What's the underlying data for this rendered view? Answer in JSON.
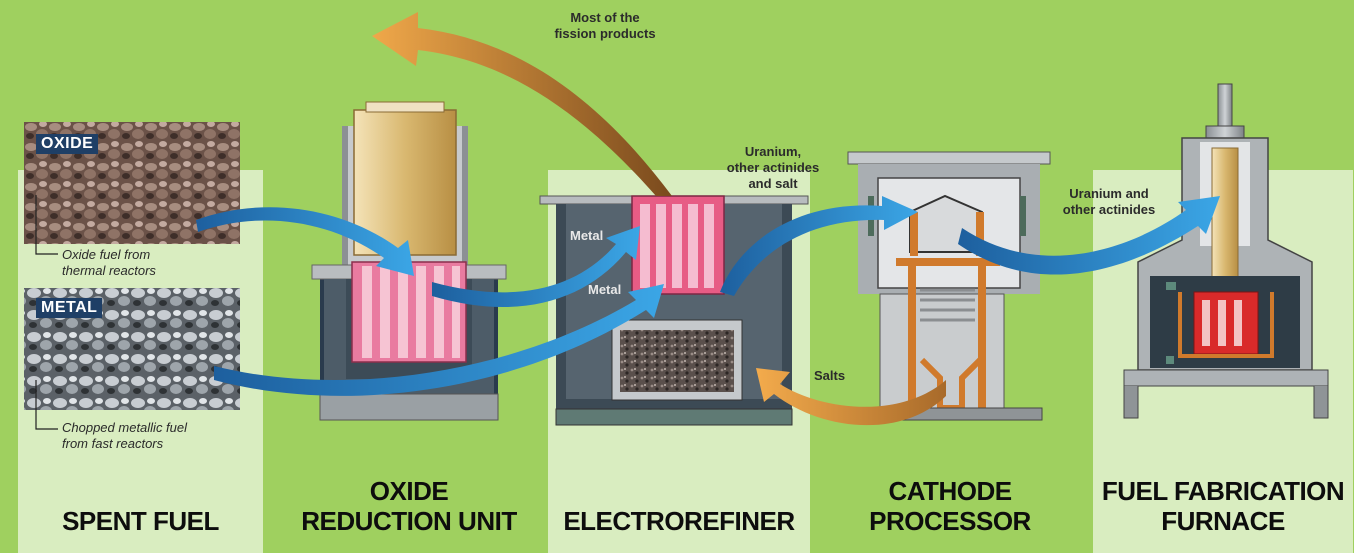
{
  "stages": [
    {
      "name": "SPENT FUEL"
    },
    {
      "name": "OXIDE\nREDUCTION UNIT"
    },
    {
      "name": "ELECTROREFINER"
    },
    {
      "name": "CATHODE\nPROCESSOR"
    },
    {
      "name": "FUEL FABRICATION\nFURNACE"
    }
  ],
  "spent_fuel": {
    "oxide_badge": "OXIDE",
    "oxide_caption": "Oxide fuel from\nthermal reactors",
    "metal_badge": "METAL",
    "metal_caption": "Chopped metallic fuel\nfrom fast reactors"
  },
  "flows": {
    "fission_products": "Most of the\nfission products",
    "uranium_actinides_salt": "Uranium,\nother actinides\nand salt",
    "uranium_actinides": "Uranium and\nother actinides",
    "salts": "Salts"
  },
  "electrorefiner": {
    "metal_upper": "Metal",
    "metal_lower": "Metal"
  },
  "colors": {
    "background": "#9fd05f",
    "panel": "#d9edc0",
    "arrow_blue": "#2f8fd0",
    "arrow_orange": "#e89a3a",
    "heater_pink": "#e8608a",
    "heater_red": "#d92a2a"
  }
}
